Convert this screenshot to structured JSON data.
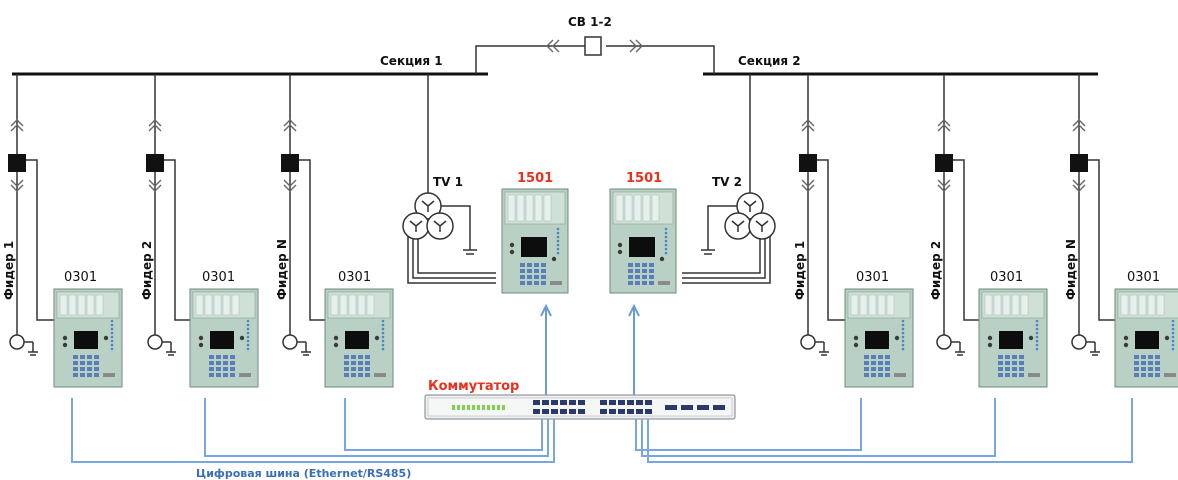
{
  "bus": {
    "section1": "Секция 1",
    "section2": "Секция 2",
    "coupler": "СВ 1-2"
  },
  "transformers": {
    "tv1": "TV 1",
    "tv2": "TV 2"
  },
  "devices": {
    "central_left": "1501",
    "central_right": "1501",
    "feeders_left": [
      {
        "feeder": "Фидер 1",
        "device": "0301"
      },
      {
        "feeder": "Фидер 2",
        "device": "0301"
      },
      {
        "feeder": "Фидер N",
        "device": "0301"
      }
    ],
    "feeders_right": [
      {
        "feeder": "Фидер 1",
        "device": "0301"
      },
      {
        "feeder": "Фидер 2",
        "device": "0301"
      },
      {
        "feeder": "Фидер N",
        "device": "0301"
      }
    ]
  },
  "network": {
    "switch_label": "Коммутатор",
    "bus_label": "Цифровая шина  (Ethernet/RS485)"
  },
  "colors": {
    "label_red": "#e8311f",
    "network_blue": "#7ba7e0",
    "device_body": "#b9d0c4"
  }
}
